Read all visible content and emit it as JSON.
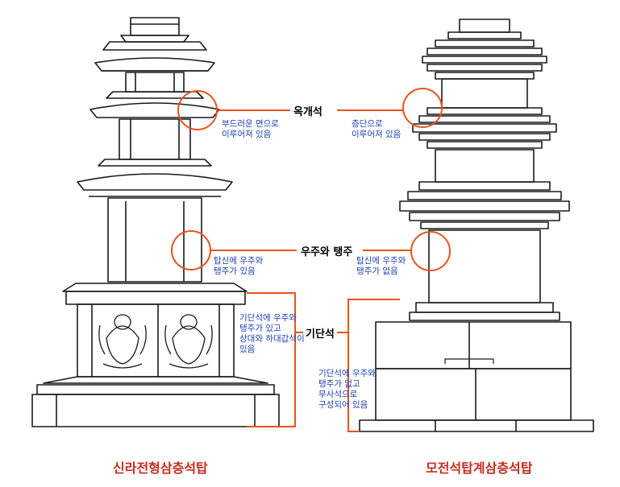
{
  "colors": {
    "accent": "#e8541a",
    "note": "#1a3fb0",
    "line": "#1a1a1a",
    "title": "#c82d1f"
  },
  "labels": {
    "roof_stone": "옥개석",
    "pillars": "우주와 탱주",
    "base_stone": "기단석"
  },
  "left": {
    "title": "신라전형삼층석탑",
    "roof_note": "부드러운 면으로\n이루어져 있음",
    "pillar_note": "탑신에 우주와\n탱주가 있음",
    "base_note": "기단석에 우주와\n탱주가 있고\n상대와 하대갑석이\n있음"
  },
  "right": {
    "title": "모전석탑계삼층석탑",
    "roof_note": "층단으로\n이루어져 있음",
    "pillar_note": "탑신에 우주와\n탱주가 없음",
    "base_note": "기단석에 우주와\n탱주가 없고\n무사석으로\n구성되어 있음"
  }
}
